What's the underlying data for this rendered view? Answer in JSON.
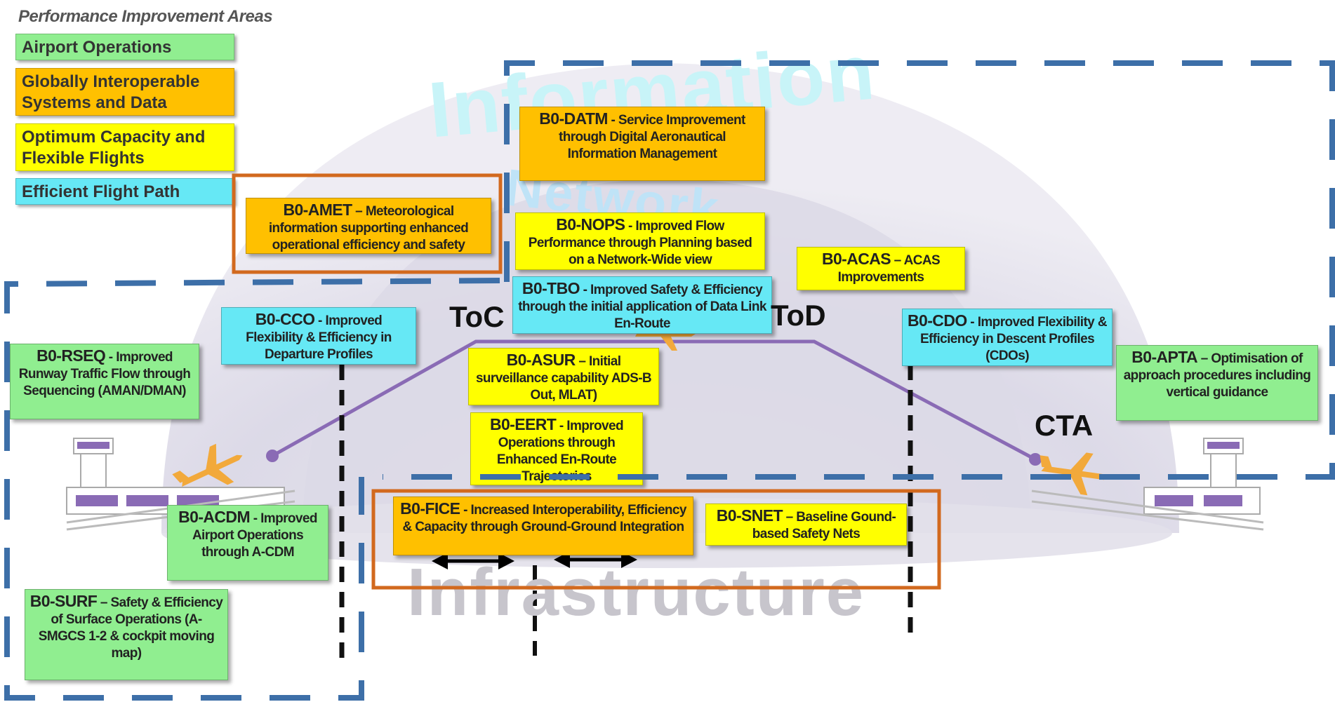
{
  "legend": {
    "title": "Performance Improvement Areas",
    "items": [
      {
        "label": "Airport Operations",
        "color": "#90ee90"
      },
      {
        "label": "Globally Interoperable Systems and Data",
        "color": "#ffc000"
      },
      {
        "label": "Optimum Capacity and Flexible Flights",
        "color": "#ffff00"
      },
      {
        "label": "Efficient Flight Path",
        "color": "#66e8f5"
      }
    ]
  },
  "background_words": {
    "information": "Information",
    "network": "Network",
    "infrastructure": "Infrastructure"
  },
  "phase_labels": {
    "toc": "ToC",
    "tod": "ToD",
    "cta": "CTA"
  },
  "modules": {
    "datm": {
      "code": "B0-DATM",
      "desc": " - Service Improvement through Digital Aeronautical Information Management"
    },
    "amet": {
      "code": "B0-AMET",
      "desc": " – Meteorological information supporting enhanced operational efficiency and safety"
    },
    "nops": {
      "code": "B0-NOPS",
      "desc": " - Improved Flow Performance through Planning based on a Network-Wide view"
    },
    "acas": {
      "code": "B0-ACAS",
      "desc": " – ACAS Improvements"
    },
    "tbo": {
      "code": "B0-TBO",
      "desc": " - Improved Safety & Efficiency through the initial application of Data Link En-Route"
    },
    "cco": {
      "code": "B0-CCO",
      "desc": " - Improved Flexibility & Efficiency in Departure Profiles"
    },
    "cdo": {
      "code": "B0-CDO",
      "desc": " - Improved Flexibility & Efficiency in Descent Profiles (CDOs)"
    },
    "rseq": {
      "code": "B0-RSEQ",
      "desc": " - Improved Runway Traffic Flow through Sequencing (AMAN/DMAN)"
    },
    "asur": {
      "code": "B0-ASUR",
      "desc": " – Initial surveillance capability ADS-B Out, MLAT)"
    },
    "apta": {
      "code": "B0-APTA",
      "desc": " – Optimisation of approach procedures including vertical guidance"
    },
    "eert": {
      "code": "B0-EERT",
      "desc": " - Improved Operations through Enhanced En-Route Trajectories"
    },
    "acdm": {
      "code": "B0-ACDM",
      "desc": " - Improved Airport Operations through A-CDM"
    },
    "fice": {
      "code": "B0-FICE",
      "desc": " - Increased Interoperability, Efficiency & Capacity through Ground-Ground Integration"
    },
    "snet": {
      "code": "B0-SNET",
      "desc": " – Baseline Gound-based Safety Nets"
    },
    "surf": {
      "code": "B0-SURF",
      "desc": " – Safety & Efficiency of Surface Operations (A-SMGCS 1-2 & cockpit moving map)"
    }
  },
  "colors": {
    "dashed_region": "#3d6fa8",
    "highlight_box": "#d2691e",
    "flight_path": "#8a6bb5",
    "aircraft": "#f2a93b"
  }
}
